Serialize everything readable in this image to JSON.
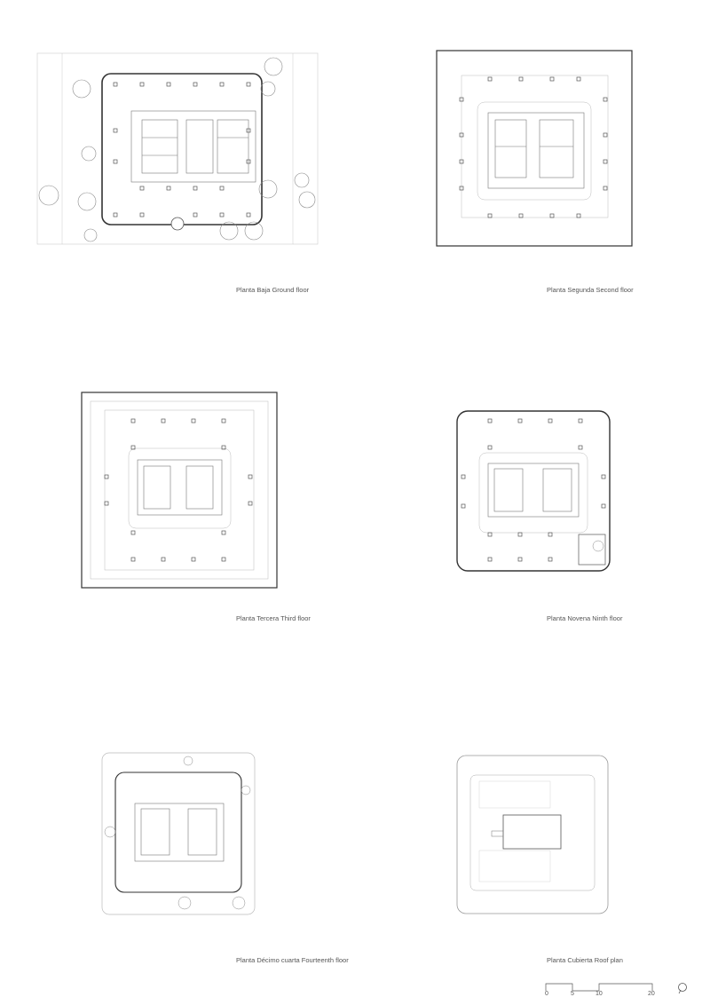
{
  "plans": [
    {
      "id": "ground",
      "caption": "Planta Baja  Ground floor"
    },
    {
      "id": "second",
      "caption": "Planta Segunda  Second floor"
    },
    {
      "id": "third",
      "caption": "Planta Tercera  Third floor"
    },
    {
      "id": "ninth",
      "caption": "Planta Novena  Ninth floor"
    },
    {
      "id": "fourteenth",
      "caption": "Planta Décimo cuarta  Fourteenth floor"
    },
    {
      "id": "roof",
      "caption": "Planta Cubierta  Roof plan"
    }
  ],
  "scale": {
    "ticks": [
      "0",
      "5",
      "10",
      "20"
    ]
  },
  "icons": {
    "north": "north-arrow-icon",
    "tree": "tree-icon"
  },
  "colors": {
    "line": "#333333",
    "light": "#bbbbbb",
    "column": "#555555"
  }
}
